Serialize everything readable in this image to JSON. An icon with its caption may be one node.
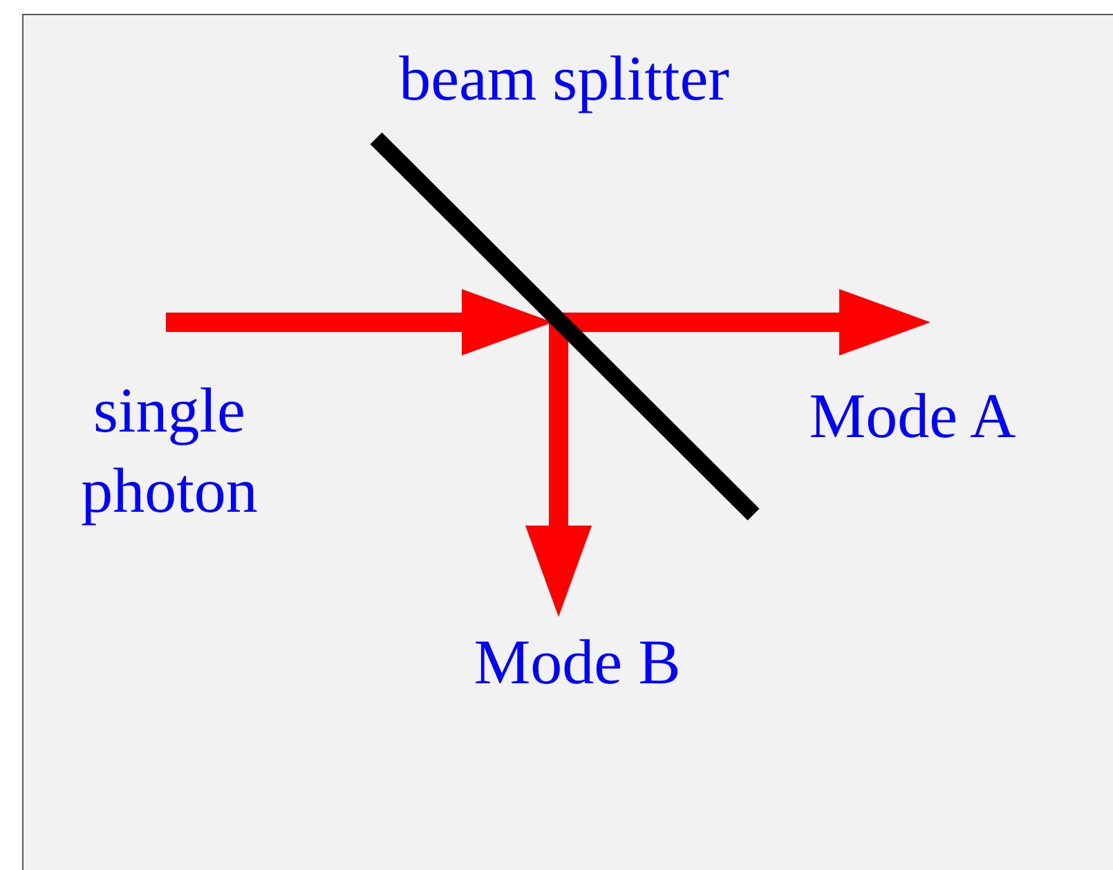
{
  "diagram": {
    "nodes": [
      {
        "text": [
          "beam splitter"
        ]
      },
      {
        "text": [
          "single photon"
        ]
      },
      {
        "text": [
          "Mode A"
        ]
      },
      {
        "text": [
          "Mode B"
        ]
      }
    ],
    "edges": [
      {
        "from": 1,
        "to": 0,
        "arrow": "to"
      },
      {
        "from": 0,
        "to": 2,
        "arrow": "to"
      },
      {
        "from": 0,
        "to": 3,
        "arrow": "to"
      }
    ]
  }
}
